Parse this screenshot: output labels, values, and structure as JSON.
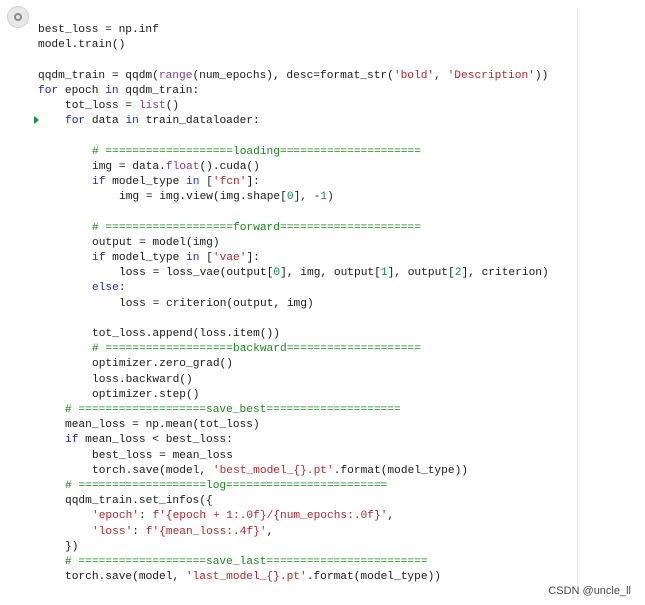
{
  "watermark": "CSDN @uncle_ll",
  "lines": [
    {
      "indent": 0,
      "tokens": [
        {
          "t": "best_loss = np.inf",
          "c": "txt"
        }
      ]
    },
    {
      "indent": 0,
      "tokens": [
        {
          "t": "model.train()",
          "c": "txt"
        }
      ]
    },
    {
      "indent": 0,
      "tokens": []
    },
    {
      "indent": 0,
      "tokens": [
        {
          "t": "qqdm_train = qqdm(",
          "c": "txt"
        },
        {
          "t": "range",
          "c": "bi"
        },
        {
          "t": "(num_epochs), desc=format_str(",
          "c": "txt"
        },
        {
          "t": "'bold'",
          "c": "str"
        },
        {
          "t": ", ",
          "c": "txt"
        },
        {
          "t": "'Description'",
          "c": "str"
        },
        {
          "t": "))",
          "c": "txt"
        }
      ]
    },
    {
      "indent": 0,
      "tokens": [
        {
          "t": "for",
          "c": "kw"
        },
        {
          "t": " epoch ",
          "c": "txt"
        },
        {
          "t": "in",
          "c": "kw"
        },
        {
          "t": " qqdm_train:",
          "c": "txt"
        }
      ]
    },
    {
      "indent": 4,
      "tokens": [
        {
          "t": "tot_loss = ",
          "c": "txt"
        },
        {
          "t": "list",
          "c": "bi"
        },
        {
          "t": "()",
          "c": "txt"
        }
      ]
    },
    {
      "indent": 4,
      "tokens": [
        {
          "t": "for",
          "c": "kw"
        },
        {
          "t": " data ",
          "c": "txt"
        },
        {
          "t": "in",
          "c": "kw"
        },
        {
          "t": " train_dataloader:",
          "c": "txt"
        }
      ]
    },
    {
      "indent": 0,
      "tokens": []
    },
    {
      "indent": 8,
      "tokens": [
        {
          "t": "# ===================loading=====================",
          "c": "cm"
        }
      ]
    },
    {
      "indent": 8,
      "tokens": [
        {
          "t": "img = data.",
          "c": "txt"
        },
        {
          "t": "float",
          "c": "bi"
        },
        {
          "t": "().cuda()",
          "c": "txt"
        }
      ]
    },
    {
      "indent": 8,
      "tokens": [
        {
          "t": "if",
          "c": "kw"
        },
        {
          "t": " model_type ",
          "c": "txt"
        },
        {
          "t": "in",
          "c": "kw"
        },
        {
          "t": " [",
          "c": "txt"
        },
        {
          "t": "'fcn'",
          "c": "str"
        },
        {
          "t": "]:",
          "c": "txt"
        }
      ]
    },
    {
      "indent": 12,
      "tokens": [
        {
          "t": "img = img.view(img.shape[",
          "c": "txt"
        },
        {
          "t": "0",
          "c": "num"
        },
        {
          "t": "], -",
          "c": "txt"
        },
        {
          "t": "1",
          "c": "num"
        },
        {
          "t": ")",
          "c": "txt"
        }
      ]
    },
    {
      "indent": 0,
      "tokens": []
    },
    {
      "indent": 8,
      "tokens": [
        {
          "t": "# ===================forward=====================",
          "c": "cm"
        }
      ]
    },
    {
      "indent": 8,
      "tokens": [
        {
          "t": "output = model(img)",
          "c": "txt"
        }
      ]
    },
    {
      "indent": 8,
      "tokens": [
        {
          "t": "if",
          "c": "kw"
        },
        {
          "t": " model_type ",
          "c": "txt"
        },
        {
          "t": "in",
          "c": "kw"
        },
        {
          "t": " [",
          "c": "txt"
        },
        {
          "t": "'vae'",
          "c": "str"
        },
        {
          "t": "]:",
          "c": "txt"
        }
      ]
    },
    {
      "indent": 12,
      "tokens": [
        {
          "t": "loss = loss_vae(output[",
          "c": "txt"
        },
        {
          "t": "0",
          "c": "num"
        },
        {
          "t": "], img, output[",
          "c": "txt"
        },
        {
          "t": "1",
          "c": "num"
        },
        {
          "t": "], output[",
          "c": "txt"
        },
        {
          "t": "2",
          "c": "num"
        },
        {
          "t": "], criterion)",
          "c": "txt"
        }
      ]
    },
    {
      "indent": 8,
      "tokens": [
        {
          "t": "else",
          "c": "kw"
        },
        {
          "t": ":",
          "c": "txt"
        }
      ]
    },
    {
      "indent": 12,
      "tokens": [
        {
          "t": "loss = criterion(output, img)",
          "c": "txt"
        }
      ]
    },
    {
      "indent": 0,
      "tokens": []
    },
    {
      "indent": 8,
      "tokens": [
        {
          "t": "tot_loss.append(loss.item())",
          "c": "txt"
        }
      ]
    },
    {
      "indent": 8,
      "tokens": [
        {
          "t": "# ===================backward====================",
          "c": "cm"
        }
      ]
    },
    {
      "indent": 8,
      "tokens": [
        {
          "t": "optimizer.zero_grad()",
          "c": "txt"
        }
      ]
    },
    {
      "indent": 8,
      "tokens": [
        {
          "t": "loss.backward()",
          "c": "txt"
        }
      ]
    },
    {
      "indent": 8,
      "tokens": [
        {
          "t": "optimizer.step()",
          "c": "txt"
        }
      ]
    },
    {
      "indent": 4,
      "tokens": [
        {
          "t": "# ===================save_best====================",
          "c": "cm"
        }
      ]
    },
    {
      "indent": 4,
      "tokens": [
        {
          "t": "mean_loss = np.mean(tot_loss)",
          "c": "txt"
        }
      ]
    },
    {
      "indent": 4,
      "tokens": [
        {
          "t": "if",
          "c": "kw"
        },
        {
          "t": " mean_loss < best_loss:",
          "c": "txt"
        }
      ]
    },
    {
      "indent": 8,
      "tokens": [
        {
          "t": "best_loss = mean_loss",
          "c": "txt"
        }
      ]
    },
    {
      "indent": 8,
      "tokens": [
        {
          "t": "torch.save(model, ",
          "c": "txt"
        },
        {
          "t": "'best_model_{}.pt'",
          "c": "str"
        },
        {
          "t": ".format(model_type))",
          "c": "txt"
        }
      ]
    },
    {
      "indent": 4,
      "tokens": [
        {
          "t": "# ===================log========================",
          "c": "cm"
        }
      ]
    },
    {
      "indent": 4,
      "tokens": [
        {
          "t": "qqdm_train.set_infos({",
          "c": "txt"
        }
      ]
    },
    {
      "indent": 8,
      "tokens": [
        {
          "t": "'epoch'",
          "c": "str"
        },
        {
          "t": ": ",
          "c": "txt"
        },
        {
          "t": "f'{epoch + 1:.0f}/{num_epochs:.0f}'",
          "c": "str"
        },
        {
          "t": ",",
          "c": "txt"
        }
      ]
    },
    {
      "indent": 8,
      "tokens": [
        {
          "t": "'loss'",
          "c": "str"
        },
        {
          "t": ": ",
          "c": "txt"
        },
        {
          "t": "f'{mean_loss:.4f}'",
          "c": "str"
        },
        {
          "t": ",",
          "c": "txt"
        }
      ]
    },
    {
      "indent": 4,
      "tokens": [
        {
          "t": "})",
          "c": "txt"
        }
      ]
    },
    {
      "indent": 4,
      "tokens": [
        {
          "t": "# ===================save_last========================",
          "c": "cm"
        }
      ]
    },
    {
      "indent": 4,
      "tokens": [
        {
          "t": "torch.save(model, ",
          "c": "txt"
        },
        {
          "t": "'last_model_{}.pt'",
          "c": "str"
        },
        {
          "t": ".format(model_type))",
          "c": "txt"
        }
      ]
    }
  ]
}
